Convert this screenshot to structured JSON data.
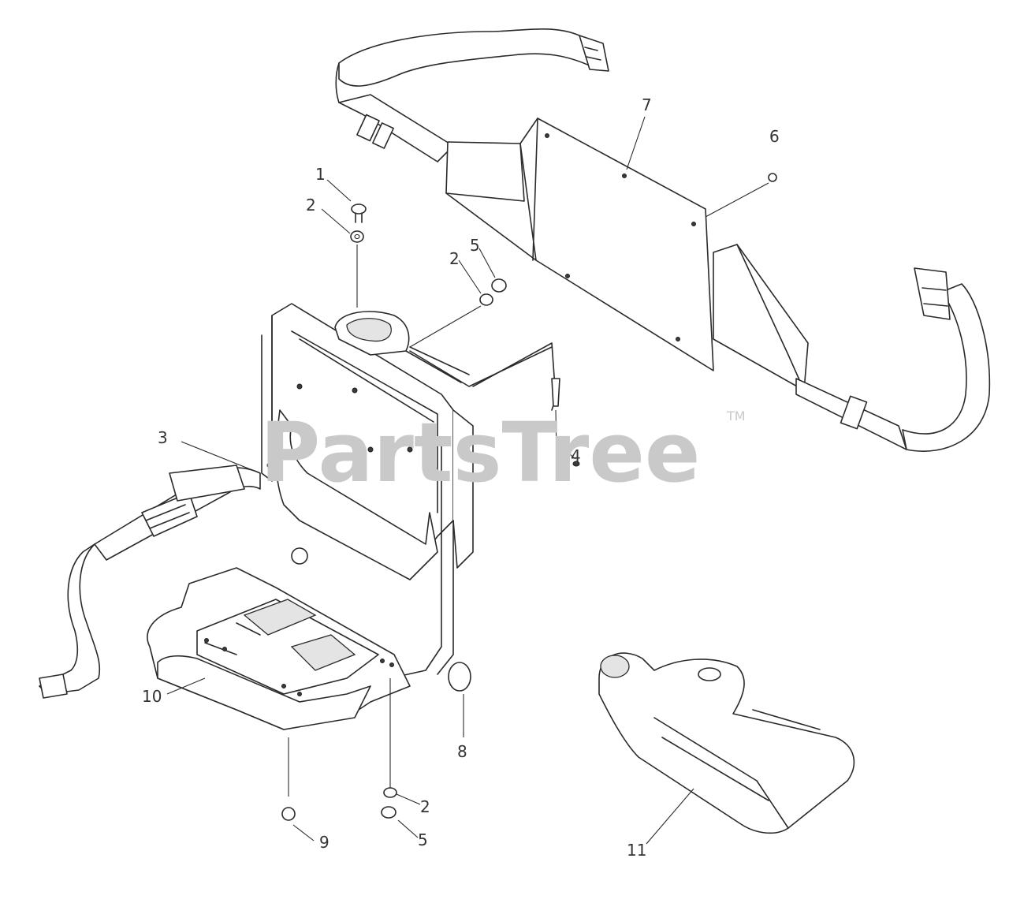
{
  "watermark": {
    "text": "PartsTree",
    "trademark": "TM"
  },
  "callouts": [
    {
      "id": "c1",
      "label": "1"
    },
    {
      "id": "c2a",
      "label": "2"
    },
    {
      "id": "c2b",
      "label": "2"
    },
    {
      "id": "c5a",
      "label": "5"
    },
    {
      "id": "c7",
      "label": "7"
    },
    {
      "id": "c6",
      "label": "6"
    },
    {
      "id": "c3",
      "label": "3"
    },
    {
      "id": "c4",
      "label": "4"
    },
    {
      "id": "c10",
      "label": "10"
    },
    {
      "id": "c8",
      "label": "8"
    },
    {
      "id": "c2c",
      "label": "2"
    },
    {
      "id": "c5b",
      "label": "5"
    },
    {
      "id": "c9",
      "label": "9"
    },
    {
      "id": "c11",
      "label": "11"
    }
  ]
}
